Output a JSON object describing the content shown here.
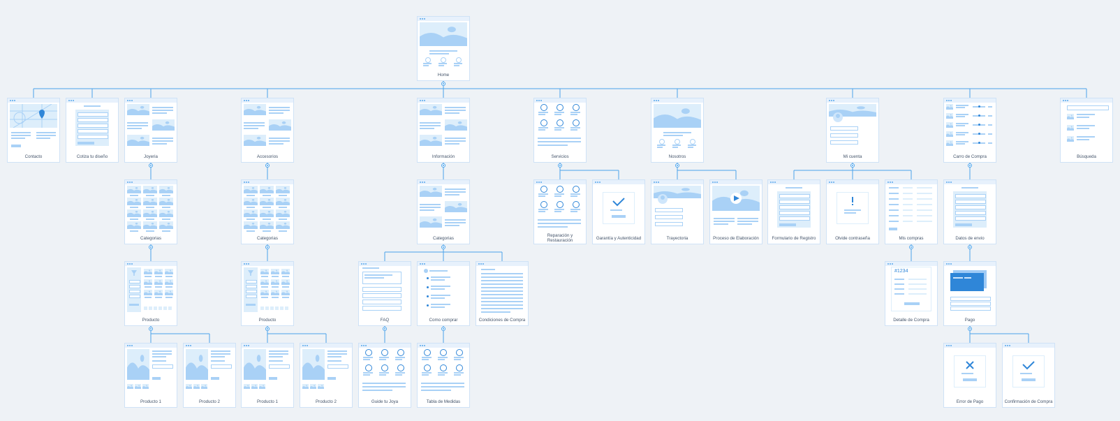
{
  "colors": {
    "background": "#eef2f6",
    "card_border": "#cfe2f6",
    "connector": "#4aa3eb",
    "wire_fill": "#a9d1f6",
    "wire_light": "#ddeefb",
    "accent": "#2f86d8"
  },
  "pages": {
    "home": {
      "label": "Home",
      "icon": "hero-image-icon"
    },
    "contacto": {
      "label": "Contacto",
      "icon": "map-pin-icon"
    },
    "cotiza": {
      "label": "Cotiza tu diseño",
      "icon": "form-icon"
    },
    "joyeria": {
      "label": "Joyeria",
      "icon": "image-grid-icon"
    },
    "accesorios": {
      "label": "Accesorios",
      "icon": "image-grid-icon"
    },
    "informacion": {
      "label": "Información",
      "icon": "image-grid-icon"
    },
    "servicios": {
      "label": "Servicios",
      "icon": "service-grid-icon"
    },
    "nosotros": {
      "label": "Nosotros",
      "icon": "hero-image-icon"
    },
    "mi_cuenta": {
      "label": "Mi cuenta",
      "icon": "user-icon"
    },
    "carro": {
      "label": "Carro de Compra",
      "icon": "cart-list-icon"
    },
    "busqueda": {
      "label": "Búsqueda",
      "icon": "search-icon"
    },
    "cat_joyeria": {
      "label": "Categorias",
      "icon": "thumbnail-grid-icon"
    },
    "cat_accesorios": {
      "label": "Categorias",
      "icon": "thumbnail-grid-icon"
    },
    "cat_informacion": {
      "label": "Categorias",
      "icon": "image-grid-icon"
    },
    "reparacion": {
      "label": "Reparación y Restauración",
      "icon": "service-grid-icon"
    },
    "garantia": {
      "label": "Garantía y Autenticidad",
      "icon": "check-icon"
    },
    "trayectoria": {
      "label": "Trayectoria",
      "icon": "user-icon"
    },
    "proceso": {
      "label": "Proceso de Elaboración",
      "icon": "play-icon"
    },
    "registro": {
      "label": "Formulario de Registro",
      "icon": "form-icon"
    },
    "olvide": {
      "label": "Olvide contraseña",
      "icon": "exclamation-icon"
    },
    "mis_compras": {
      "label": "Mis compras",
      "icon": "table-icon"
    },
    "datos_envio": {
      "label": "Datos de envio",
      "icon": "form-icon"
    },
    "producto_j": {
      "label": "Producto",
      "icon": "filter-icon"
    },
    "producto_a": {
      "label": "Producto",
      "icon": "filter-icon"
    },
    "faq": {
      "label": "FAQ",
      "icon": "accordion-icon"
    },
    "como_comprar": {
      "label": "Como comprar",
      "icon": "steps-icon"
    },
    "condiciones": {
      "label": "Condiciones de Compra",
      "icon": "text-icon"
    },
    "detalle": {
      "label": "Detalle de Compra",
      "icon": "order-icon",
      "order_no": "#1234"
    },
    "pago": {
      "label": "Pago",
      "icon": "card-icon"
    },
    "pj1": {
      "label": "Producto 1",
      "icon": "product-detail-icon"
    },
    "pj2": {
      "label": "Producto 2",
      "icon": "product-detail-icon"
    },
    "pa1": {
      "label": "Producto 1",
      "icon": "product-detail-icon"
    },
    "pa2": {
      "label": "Producto 2",
      "icon": "product-detail-icon"
    },
    "guia": {
      "label": "Guide tu Joya",
      "icon": "service-grid-icon"
    },
    "tabla": {
      "label": "Tabla de Medidas",
      "icon": "service-grid-icon"
    },
    "error_pago": {
      "label": "Error de Pago",
      "icon": "x-icon"
    },
    "confirmacion": {
      "label": "Confirmación de Compra",
      "icon": "check-icon"
    }
  }
}
